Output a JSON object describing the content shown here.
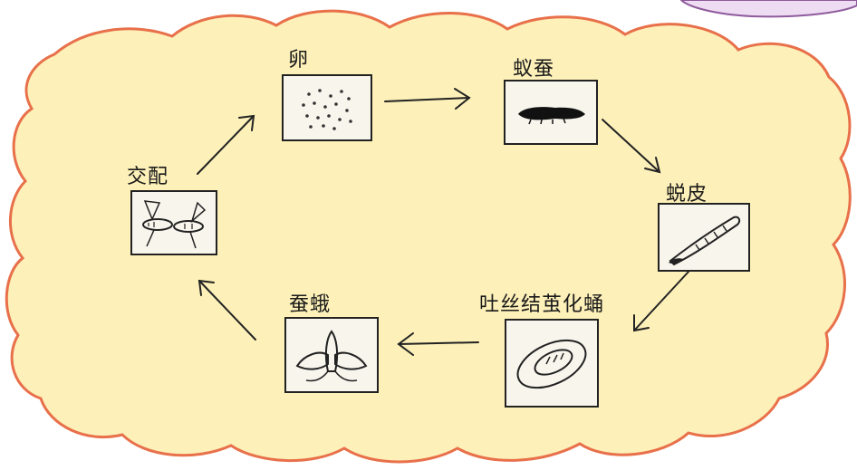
{
  "stages": [
    {
      "key": "egg",
      "label": "卵"
    },
    {
      "key": "larva",
      "label": "蚁蚕"
    },
    {
      "key": "molt",
      "label": "蜕皮"
    },
    {
      "key": "cocoon",
      "label": "吐丝结茧化蛹"
    },
    {
      "key": "moth",
      "label": "蚕蛾"
    },
    {
      "key": "mating",
      "label": "交配"
    }
  ],
  "colors": {
    "cloud_fill": "#fdf0b9",
    "cloud_outline": "#e8704a",
    "bubble_fill": "#eedcf2",
    "ink": "#1a1a1a"
  }
}
